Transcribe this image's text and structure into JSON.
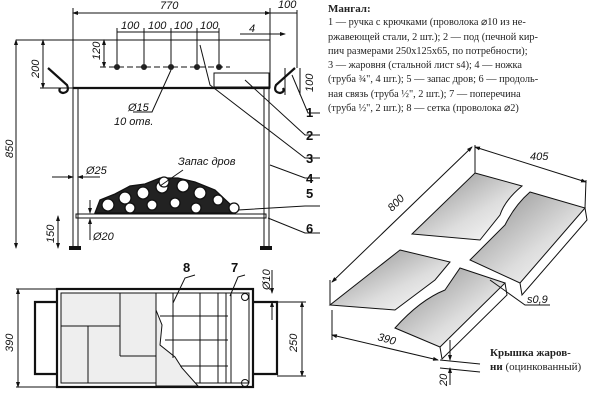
{
  "legend": {
    "title": "Мангал:",
    "lines": [
      "1 — ручка с крючками (проволока ⌀10 из не-",
      "ржавеющей стали, 2 шт.); 2 — под (печной кир-",
      "пич размерами 250х125х65, по потребности);",
      "3 — жаровня (стальной лист s4); 4 — ножка",
      "(труба ¾\", 4 шт.); 5 — запас дров; 6 — продоль-",
      "ная связь (труба ½\", 2 шт.); 7 — поперечина",
      "(труба ½\", 2 шт.); 8 — сетка (проволока ⌀2)"
    ]
  },
  "front_view": {
    "dims": {
      "width": "770",
      "handle": "100",
      "pitch1": "100",
      "pitch2": "100",
      "pitch3": "100",
      "pitch4": "100",
      "wall": "4",
      "box_height": "200",
      "hole_height": "120",
      "handle_height": "100",
      "total_height": "850",
      "hole_dia": "Ø15",
      "hole_count": "10 отв.",
      "leg_dia": "Ø25",
      "tie_dia": "Ø20",
      "tie_height": "150"
    },
    "firewood_label": "Запас дров",
    "callouts": [
      "1",
      "2",
      "3",
      "4",
      "5",
      "6"
    ]
  },
  "top_view": {
    "dims": {
      "depth": "390",
      "inner": "250",
      "rod_dia": "Ø10"
    },
    "callouts": [
      "8",
      "7"
    ]
  },
  "lid": {
    "dims": {
      "length": "800",
      "width": "405",
      "front": "390",
      "thickness": "s0,9",
      "flange": "20"
    },
    "caption_bold": "Крышка жаров-",
    "caption_bold2": "ни",
    "caption_rest": "(оцинкованный)"
  }
}
